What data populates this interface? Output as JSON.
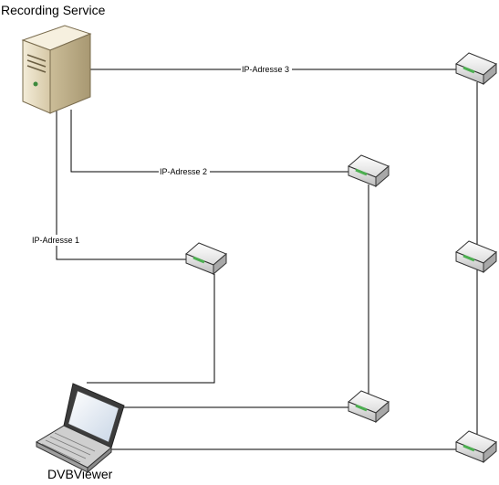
{
  "nodes": {
    "server_label": "Recording Service",
    "client_label": "DVBViewer"
  },
  "edges": {
    "ip1": "IP-Adresse 1",
    "ip2": "IP-Adresse 2",
    "ip3": "IP-Adresse 3"
  },
  "icons": {
    "server": "server-tower-icon",
    "client": "laptop-icon",
    "device": "network-receiver-icon"
  },
  "colors": {
    "line": "#000000",
    "device_body": "#e8e8e8",
    "device_led": "#4caf50",
    "server_body": "#e6dcc4"
  }
}
